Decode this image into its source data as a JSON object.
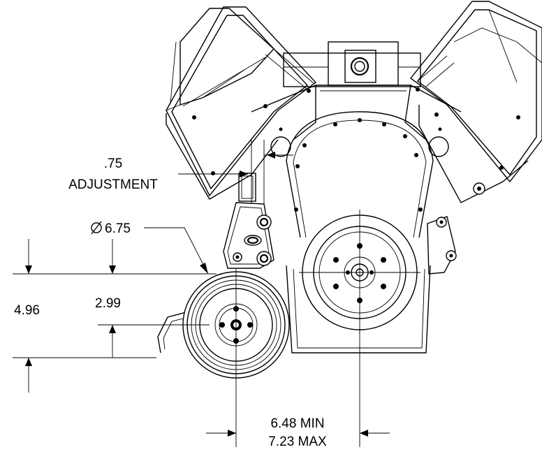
{
  "dimensions": {
    "adjustment_value": ".75",
    "adjustment_label": "ADJUSTMENT",
    "pulley_diameter": "6.75",
    "height_total": "4.96",
    "height_offset": "2.99",
    "spacing_min": "6.48 MIN",
    "spacing_max": "7.23 MAX"
  },
  "symbols": {
    "diameter_icon": "diameter-symbol-icon"
  }
}
